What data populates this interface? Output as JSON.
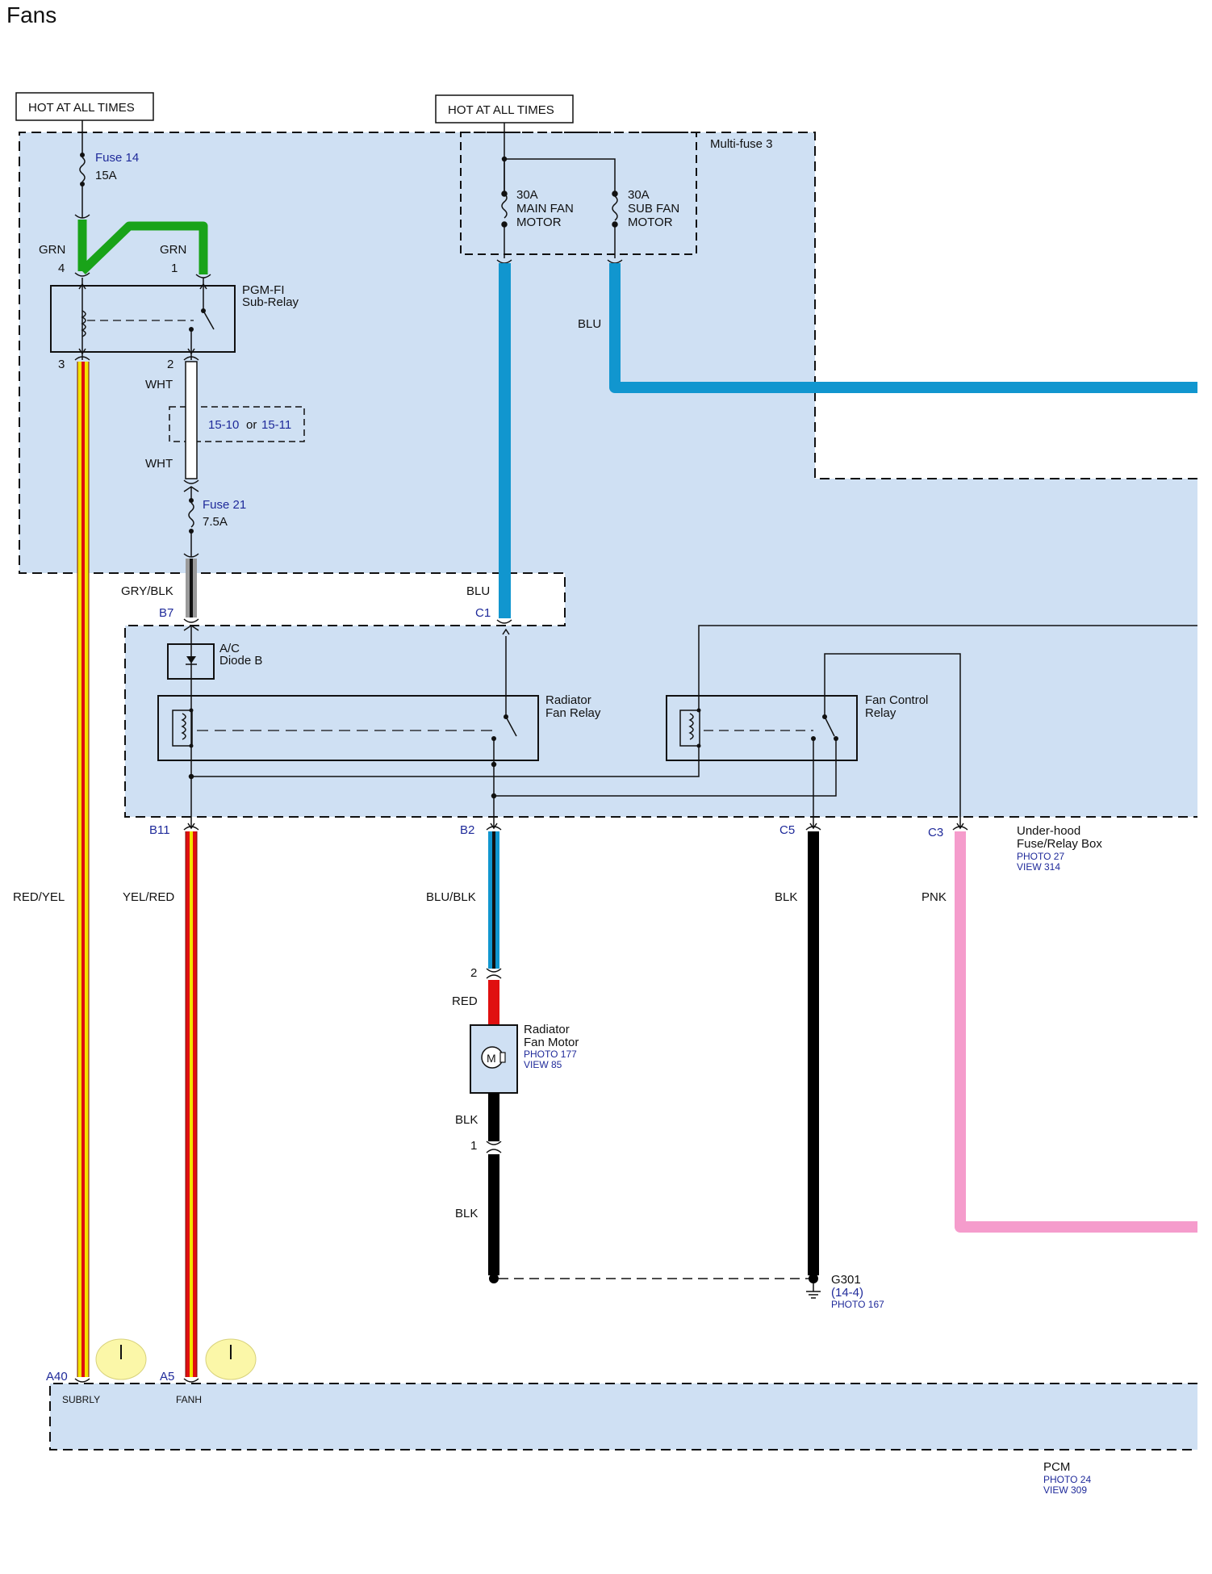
{
  "title": "Fans",
  "hot_labels": [
    "HOT AT ALL TIMES",
    "HOT AT ALL TIMES"
  ],
  "fuse14": {
    "name": "Fuse 14",
    "rating": "15A"
  },
  "fuse21": {
    "name": "Fuse 21",
    "rating": "7.5A"
  },
  "multifuse": {
    "name": "Multi-fuse 3",
    "main": [
      "30A",
      "MAIN FAN",
      "MOTOR"
    ],
    "sub": [
      "30A",
      "SUB FAN",
      "MOTOR"
    ]
  },
  "sub_relay": {
    "name_line1": "PGM-FI",
    "name_line2": "Sub-Relay",
    "pin4": "4",
    "pin1": "1",
    "pin3": "3",
    "pin2": "2"
  },
  "alt_fuse": {
    "a": "15-10",
    "or": "or",
    "b": "15-11"
  },
  "diode": {
    "line1": "A/C",
    "line2": "Diode B"
  },
  "rad_relay": {
    "line1": "Radiator",
    "line2": "Fan Relay"
  },
  "fan_ctrl_relay": {
    "line1": "Fan Control",
    "line2": "Relay"
  },
  "underhood": {
    "line1": "Under-hood",
    "line2": "Fuse/Relay Box",
    "photo": "PHOTO 27",
    "view": "VIEW 314"
  },
  "connectors": {
    "B7": "B7",
    "C1": "C1",
    "B11": "B11",
    "B2": "B2",
    "C5": "C5",
    "C3": "C3",
    "A40": "A40",
    "A5": "A5",
    "m2": "2",
    "m1": "1"
  },
  "wires": {
    "grn_left": "GRN",
    "grn_right": "GRN",
    "wht_top": "WHT",
    "wht_bottom": "WHT",
    "gry_blk": "GRY/BLK",
    "blu_c1": "BLU",
    "blu_sub": "BLU",
    "red_yel": "RED/YEL",
    "yel_red": "YEL/RED",
    "blu_blk": "BLU/BLK",
    "blk_c5": "BLK",
    "pnk": "PNK",
    "red": "RED",
    "blk_motor": "BLK",
    "blk_ground": "BLK"
  },
  "fan_motor": {
    "line1": "Radiator",
    "line2": "Fan Motor",
    "photo": "PHOTO 177",
    "view": "VIEW 85",
    "symbol": "M"
  },
  "ground": {
    "name": "G301",
    "ref": "(14-4)",
    "photo": "PHOTO 167"
  },
  "pcm": {
    "name": "PCM",
    "photo": "PHOTO 24",
    "view": "VIEW 309",
    "pin_subrly": "SUBRLY",
    "pin_fanh": "FANH"
  },
  "colors": {
    "box_fill": "#cfe0f3",
    "grn": "#19a319",
    "blu": "#1196cf",
    "red": "#e01010",
    "yellow": "#f2e400",
    "pnk": "#f59ccc",
    "blk": "#000000",
    "gry": "#9a9a9a",
    "clock": "#fbf7a8"
  }
}
